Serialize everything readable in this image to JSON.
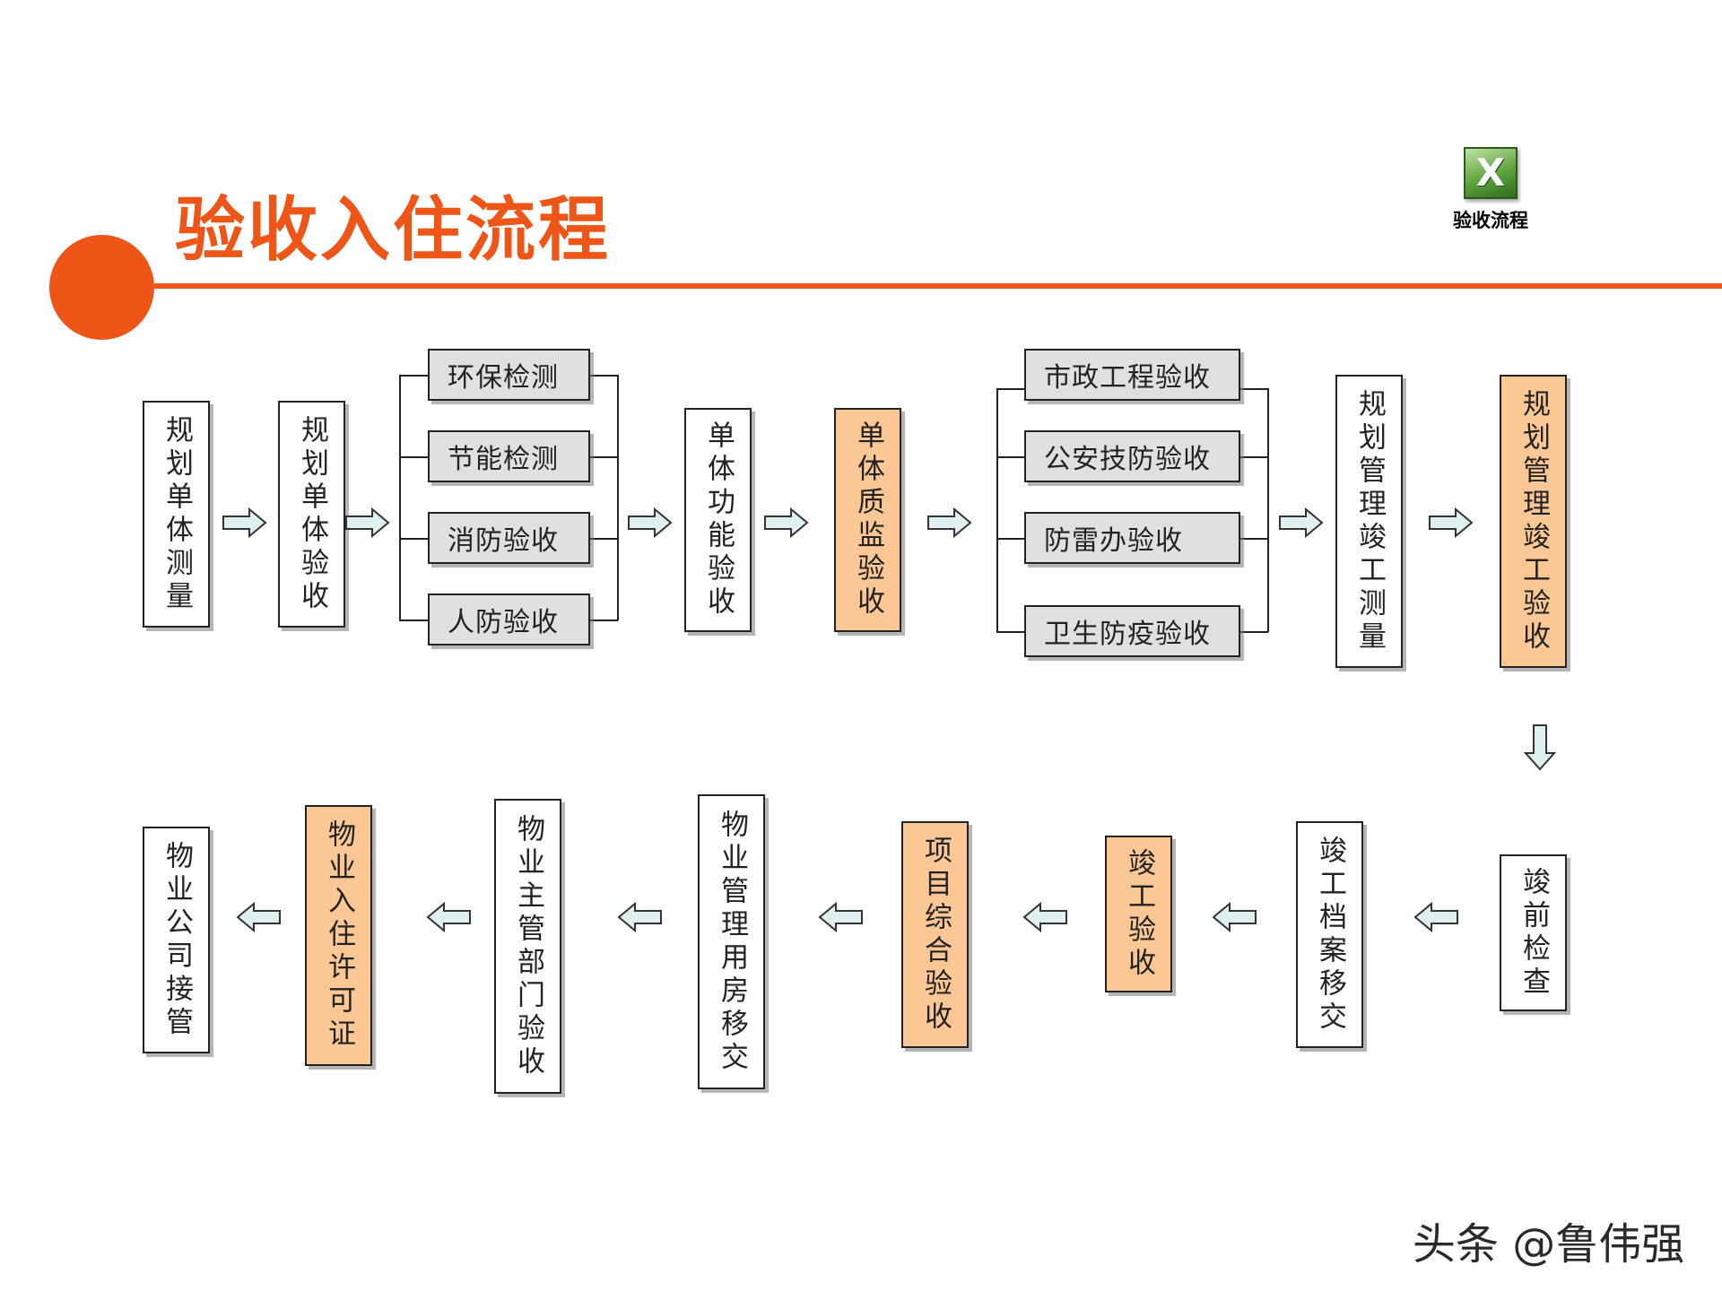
{
  "title": "验收入住流程",
  "accent_color": "#ee5517",
  "attachment": {
    "label": "验收流程",
    "icon": "excel-icon"
  },
  "row1": {
    "survey": "规划单体测量",
    "planning_check": "规划单体验收",
    "group1": [
      "环保检测",
      "节能检测",
      "消防验收",
      "人防验收"
    ],
    "function_check": "单体功能验收",
    "quality_check": "单体质监验收",
    "group2": [
      "市政工程验收",
      "公安技防验收",
      "防雷办验收",
      "卫生防疫验收"
    ],
    "completion_survey": "规划管理竣工测量",
    "completion_acceptance": "规划管理竣工验收"
  },
  "row2": {
    "pre_check": "竣前检查",
    "archive_transfer": "竣工档案移交",
    "completion_check": "竣工验收",
    "project_check": "项目综合验收",
    "property_room": "物业管理用房移交",
    "authority_check": "物业主管部门验收",
    "occupancy_permit": "物业入住许可证",
    "takeover": "物业公司接管"
  },
  "watermark": "头条 @鲁伟强",
  "colors": {
    "highlight_box": "#fbc895",
    "gray_box": "#e0e0e0",
    "arrow_fill": "#dff0f0"
  }
}
